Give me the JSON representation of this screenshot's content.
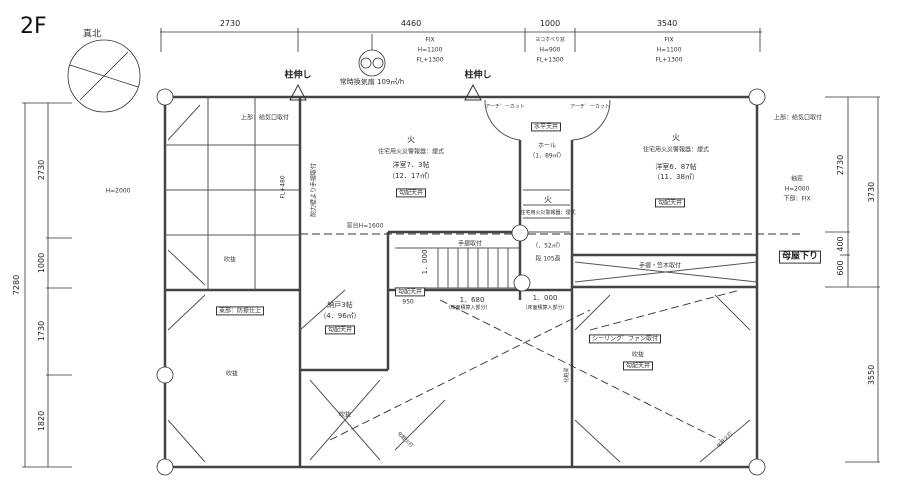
{
  "floor_label": "2F",
  "north_label": "真北",
  "dims_top": [
    "2730",
    "4460",
    "1000",
    "3540"
  ],
  "dims_left": {
    "total": "7280",
    "parts": [
      "2730",
      "1000",
      "1730",
      "1820"
    ]
  },
  "dims_right": {
    "upper": "3730",
    "parts": [
      "2730",
      "400",
      "600"
    ],
    "lower": "3550"
  },
  "windows": {
    "w1": [
      "FIX",
      "H=1100",
      "FL+1300"
    ],
    "w2": [
      "ヨコすべり窓",
      "H=900",
      "FL+1300"
    ],
    "w3": [
      "FIX",
      "H=1100",
      "FL+1300"
    ],
    "left": "H=2000",
    "right": [
      "袖窓",
      "H=2000",
      "下部：FIX"
    ]
  },
  "labels": {
    "pillar_extend_1": "柱伸し",
    "pillar_extend_2": "柱伸し",
    "vent_fan": "常時換気扇 109㎥/h",
    "vent_left": "上部：給気口取付",
    "vent_right": "上部：給気口取付",
    "eave_down": "母屋下り",
    "fl_mark": "FL+480",
    "wall_note": "耐力壁より手摺取付",
    "sill_note": "窓台H=1600",
    "cut_1": "アーチ゛ーカット",
    "cut_2": "アーチ゛ーカット",
    "ceiling_flat": "水平天井",
    "ceiling_fan": "シーリング゛ファン取付",
    "roof_note": "束部：防振仕上"
  },
  "rooms": [
    {
      "name": "洋室7．3帖",
      "area": "（12．17㎡）",
      "alarm": "住宅用火災警報器：煙式",
      "ceiling": "勾配天井"
    },
    {
      "name": "洋室6．87帖",
      "area": "（11．38㎡）",
      "alarm": "住宅用火災警報器：煙式",
      "ceiling": "勾配天井"
    },
    {
      "name": "ホール",
      "area": "（1．89㎡）"
    },
    {
      "name": "納戸3帖",
      "area": "（4．96㎡）",
      "ceiling": "勾配天井"
    }
  ],
  "stairs": {
    "alarm": "住宅用火災警報器：煙式",
    "area": "（．52㎡）",
    "steps": "段 105高",
    "handrail": "手摺取付",
    "ceiling": "勾配天井"
  },
  "voids": [
    "吹抜",
    "吹抜",
    "吹抜",
    "吹抜"
  ],
  "void_ceiling": "勾配天井",
  "balcony_note": "手摺・笠木取付",
  "measures": {
    "m1": "1．000",
    "m2": "1．680",
    "m3": "1．000",
    "m4": "950",
    "n1": "（床面積算入部分）",
    "n2": "（床面積算入部分）"
  },
  "fire_symbol": "火",
  "diag_labels": [
    "化粧火打",
    "化粧火打",
    "化粧梁"
  ]
}
